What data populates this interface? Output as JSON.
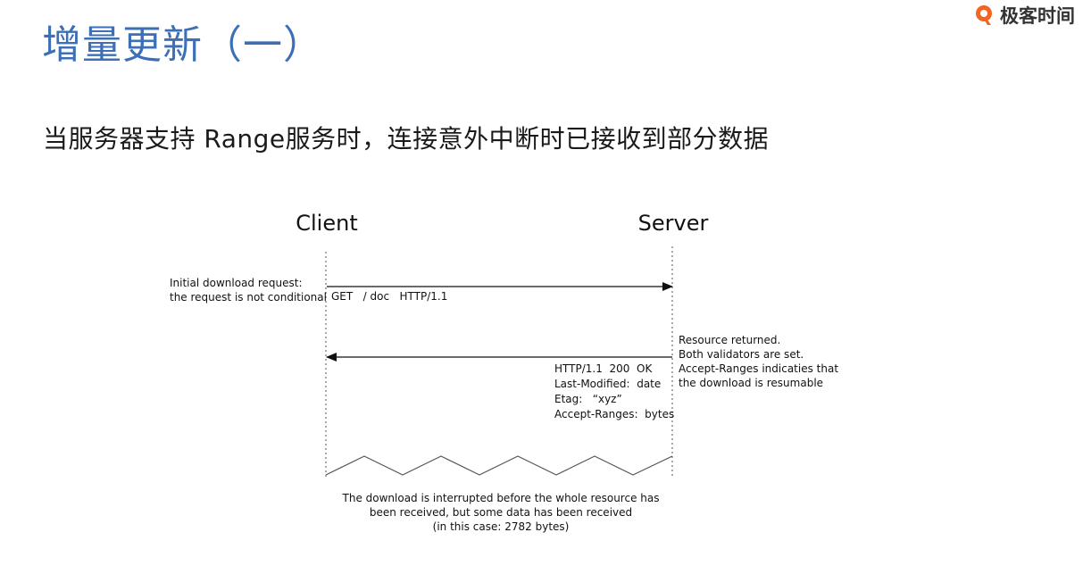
{
  "header": {
    "title": "增量更新（一）",
    "brand": "极客时间",
    "brand_color": "#f26522",
    "title_color": "#3d6fb6"
  },
  "subtitle": "当服务器支持 Range服务时，连接意外中断时已接收到部分数据",
  "diagram": {
    "client_label": "Client",
    "server_label": "Server",
    "client_note": [
      "Initial download request:",
      "the request is not conditional"
    ],
    "request_line": "GET   / doc   HTTP/1.1",
    "server_note": [
      "Resource returned.",
      "Both validators are set.",
      "Accept-Ranges indicaties that",
      "the download is resumable"
    ],
    "response_lines": [
      "HTTP/1.1  200  OK",
      "Last-Modified:  date",
      "Etag:   “xyz”",
      "Accept-Ranges:  bytes"
    ],
    "interrupt_note": [
      "The download is interrupted before the whole resource has",
      "been received, but some data has been received",
      "(in this case: 2782 bytes)"
    ]
  }
}
